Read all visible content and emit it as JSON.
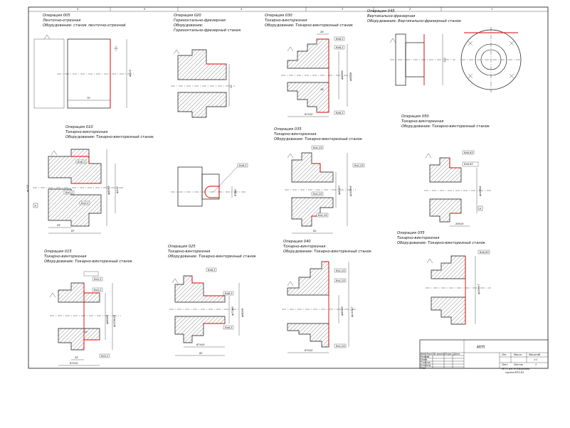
{
  "zone_numbers": [
    "4",
    "5",
    "4",
    "3",
    "2",
    "1"
  ],
  "operations": [
    {
      "id": "op005",
      "title": "Операция 005",
      "name": "Ленточно-отрезная",
      "equipment": "Оборудование: станок ленточно-отрезной",
      "dims": [
        "70",
        "ф110"
      ]
    },
    {
      "id": "op010",
      "title": "Операция 010",
      "name": "Токарно-винторезная",
      "equipment": "Оборудование: Токарно-винторезный станок",
      "dims": [
        "ф110",
        "Ra6,3",
        "Ra3,2",
        "Ra3,2",
        "ф112",
        "ф60H9",
        "28",
        "67",
        "A"
      ]
    },
    {
      "id": "op015",
      "title": "Операция 015",
      "name": "Токарно-винторезная",
      "equipment": "Оборудование: Токарно-винторезный станок",
      "dims": [
        "Ra3,2",
        "Ra3,2",
        "Ra3,2",
        "ф60H9",
        "ф110h10",
        "18",
        "28",
        "67h10"
      ]
    },
    {
      "id": "op020",
      "title": "Операция 020",
      "name": "Горизонтально-фрезерная",
      "equipment_lines": [
        "Оборудование:",
        "Горизонтально-фрезерный станок"
      ],
      "dims": [
        "12"
      ]
    },
    {
      "id": "op020b",
      "title": "",
      "name": "",
      "equipment": "",
      "dims": [
        "Ra6,3",
        "R5H6"
      ]
    },
    {
      "id": "op025",
      "title": "Операция 025",
      "name": "Токарно-винторезная",
      "equipment": "Оборудование: Токарно-винторезный станок",
      "dims": [
        "Ra6,3",
        "Ra6,3",
        "Ra6,3",
        "ф72H9",
        "ф90h9",
        "67h10",
        "82"
      ]
    },
    {
      "id": "op030",
      "title": "Операция 030",
      "name": "Токарно-винторезная",
      "equipment": "Оборудование: Токарно-винторезный станок",
      "dims": [
        "Ra6,3",
        "Ra6,3",
        "Ra6,3",
        "28",
        "18",
        "ф60H9",
        "ф90h8",
        "67h10"
      ]
    },
    {
      "id": "op035",
      "title": "Операция 035",
      "name": "Токарно-винторезная",
      "equipment": "Оборудование: Токарно-винторезный станок",
      "dims": [
        "Ra1,25",
        "Ra1,25",
        "Ra1,25",
        "Ra1,25",
        "ф60H7",
        "ф100h9",
        "82"
      ]
    },
    {
      "id": "op040",
      "title": "Операция 040",
      "name": "Токарно-винторезная",
      "equipment": "Оборудование: Токарно-винторезный станок",
      "dims": [
        "Ra1,25",
        "Ra1,25",
        "Ra1,25",
        "ф60H9",
        "ф110h7",
        "67h10"
      ]
    },
    {
      "id": "op045",
      "title": "Операция 045",
      "name": "Вертикально-фрезерная",
      "equipment": "Оборудование: Вертикально-фрезерный станок",
      "dims": [
        "112"
      ]
    },
    {
      "id": "op050",
      "title": "Операция 050",
      "name": "Токарно-винторезная",
      "equipment": "Оборудование: Токарно-винторезный станок",
      "dims": [
        "Ra0,63",
        "Ra0,63",
        "ф100h6",
        "A",
        "28h10"
      ]
    },
    {
      "id": "op055",
      "title": "Операция 055",
      "name": "Токарно-винторезная",
      "equipment": "Оборудование: Токарно-винторезный станок",
      "dims": [
        "Ra0,63",
        "ф100h7"
      ]
    }
  ],
  "title_block": {
    "title": "МТП",
    "col_headers": [
      "Лит",
      "Масса",
      "Масштаб"
    ],
    "scale": "1:1",
    "row_labels": [
      "Изм",
      "Лист",
      "№ докум.",
      "Подп.",
      "Дата"
    ],
    "sheet_label": "Лист",
    "sheets_label": "Листов",
    "sheets_count": "1",
    "org_line1": "МГТУ им. Н.Э.Баумана",
    "org_line2": "группа МТ2-61",
    "left_rows": [
      "Разраб.",
      "Пров.",
      "Т.контр.",
      "Н.контр.",
      "Утв."
    ]
  }
}
